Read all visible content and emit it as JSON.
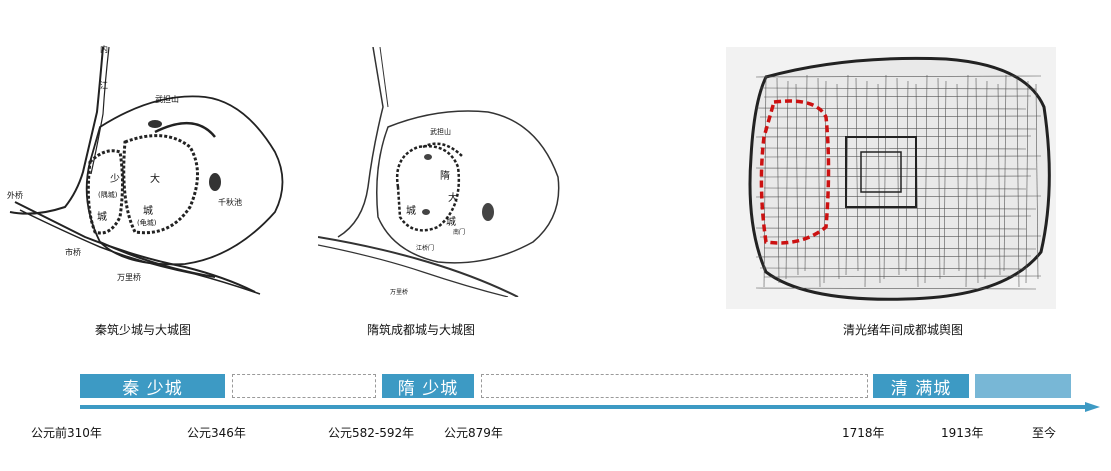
{
  "captions": {
    "qin": "秦筑少城与大城图",
    "sui": "隋筑成都城与大城图",
    "qing": "清光绪年间成都城舆图"
  },
  "qin_map_labels": {
    "nei": "内",
    "jiang": "江",
    "wudan": "武担山",
    "shao": "少",
    "cheng1": "城",
    "da": "大",
    "cheng2": "城",
    "yicheng": "(龟城)",
    "mincheng": "(隅城)",
    "qianqiu": "千秋池",
    "waiqiao": "外桥",
    "shiqiao": "市桥",
    "wanli": "万里桥"
  },
  "sui_map_labels": {
    "wudan": "武担山",
    "sui": "隋",
    "da": "大",
    "cheng1": "城",
    "cheng2": "城",
    "chengmen": "南门",
    "jiangqiao": "江桥门",
    "wanli": "万里桥"
  },
  "timeline": {
    "segments": [
      {
        "label": "秦  少城",
        "style": "solid"
      },
      {
        "label": "",
        "style": "dashed"
      },
      {
        "label": "隋  少城",
        "style": "solid"
      },
      {
        "label": "",
        "style": "dashed"
      },
      {
        "label": "清  满城",
        "style": "solid"
      },
      {
        "label": "",
        "style": "light"
      }
    ],
    "ticks": [
      "公元前310年",
      "公元346年",
      "公元582-592年",
      "公元879年",
      "1718年",
      "1913年",
      "至今"
    ],
    "colors": {
      "accent": "#3d9ac4",
      "light": "#78b7d6",
      "dashed": "#9a9a9a",
      "dashed_red": "#cc1111"
    }
  }
}
